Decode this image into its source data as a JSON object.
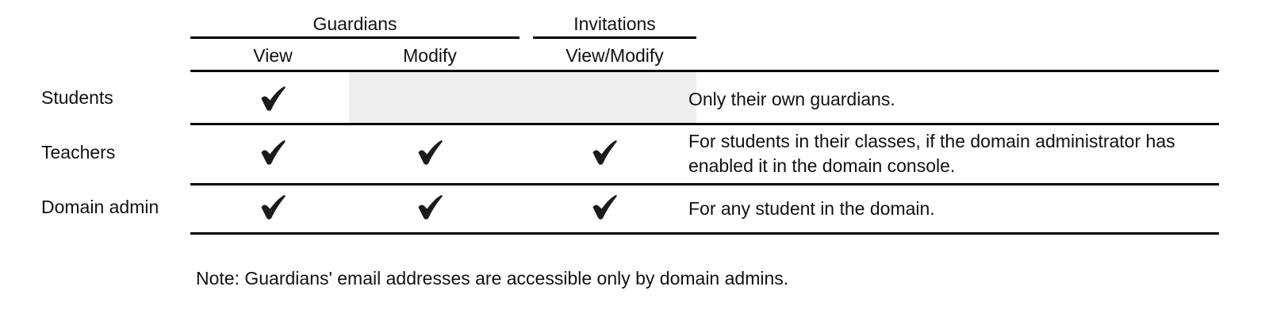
{
  "table": {
    "column_groups": [
      {
        "label": "Guardians",
        "spans": [
          "View",
          "Modify"
        ]
      },
      {
        "label": "Invitations",
        "spans": [
          "View/Modify"
        ]
      }
    ],
    "columns": [
      {
        "key": "view",
        "label": "View"
      },
      {
        "key": "modify",
        "label": "Modify"
      },
      {
        "key": "viewmodify",
        "label": "View/Modify"
      }
    ],
    "check_icon": "check-mark-icon",
    "rows": [
      {
        "label": "Students",
        "view": "check",
        "modify": "shaded",
        "viewmodify": "shaded",
        "description": "Only their own guardians."
      },
      {
        "label": "Teachers",
        "view": "check",
        "modify": "check",
        "viewmodify": "check",
        "description": "For students in their classes, if the domain administrator has enabled it in the domain console."
      },
      {
        "label": "Domain admin",
        "view": "check",
        "modify": "check",
        "viewmodify": "check",
        "description": "For any student in the domain."
      }
    ]
  },
  "note": "Note: Guardians' email addresses are accessible only by domain admins.",
  "colors": {
    "text": "#111111",
    "rule": "#000000",
    "shade": "#eeeeee",
    "check": "#1b1b1b",
    "background": "#ffffff"
  }
}
